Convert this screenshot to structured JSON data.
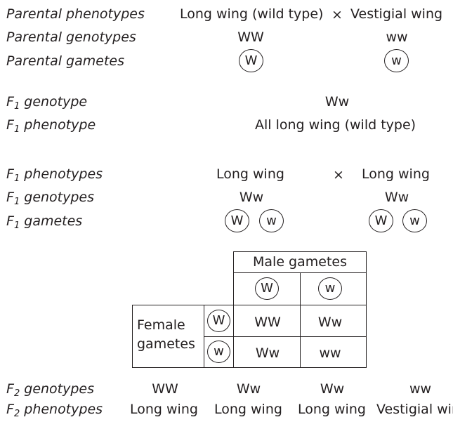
{
  "cross1": {
    "labels": {
      "parental_phenotypes": "Parental phenotypes",
      "parental_genotypes": "Parental genotypes",
      "parental_gametes": "Parental gametes"
    },
    "phenotype_left": "Long wing (wild type)",
    "cross_symbol": "×",
    "phenotype_right": "Vestigial wing",
    "genotype_left": "WW",
    "genotype_right": "ww",
    "gamete_left": "W",
    "gamete_right": "w"
  },
  "f1": {
    "label_prefix": "F",
    "label_sub": "1",
    "genotype_label": "genotype",
    "phenotype_label": "phenotype",
    "genotype": "Ww",
    "phenotype": "All long wing (wild type)"
  },
  "cross2": {
    "phenotypes_label": "phenotypes",
    "genotypes_label": "genotypes",
    "gametes_label": "gametes",
    "phenotype_left": "Long wing",
    "cross_symbol": "×",
    "phenotype_right": "Long wing",
    "genotype_left": "Ww",
    "genotype_right": "Ww",
    "gametes_left": [
      "W",
      "w"
    ],
    "gametes_right": [
      "W",
      "w"
    ]
  },
  "punnett": {
    "male_header": "Male gametes",
    "female_header_line1": "Female",
    "female_header_line2": "gametes",
    "male_gametes": [
      "W",
      "w"
    ],
    "female_gametes": [
      "W",
      "w"
    ],
    "cells": [
      [
        "WW",
        "Ww"
      ],
      [
        "Ww",
        "ww"
      ]
    ]
  },
  "f2": {
    "label_prefix": "F",
    "label_sub": "2",
    "genotypes_label": "genotypes",
    "phenotypes_label": "phenotypes",
    "genotypes": [
      "WW",
      "Ww",
      "Ww",
      "ww"
    ],
    "phenotypes": [
      "Long wing",
      "Long wing",
      "Long wing",
      "Vestigial wing"
    ]
  }
}
